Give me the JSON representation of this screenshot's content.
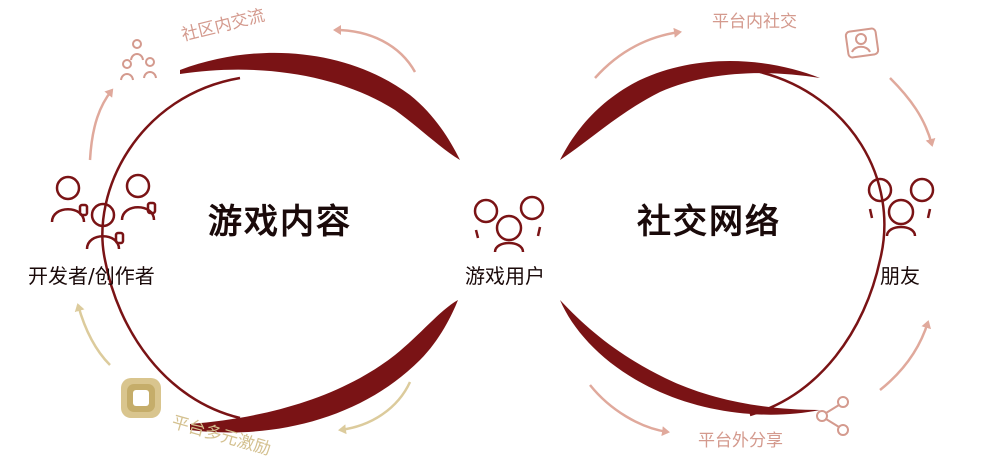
{
  "center_titles": {
    "left": "游戏内容",
    "right": "社交网络"
  },
  "nodes": {
    "creators": "开发者/创作者",
    "players": "游戏用户",
    "friends": "朋友"
  },
  "flows": {
    "top_left": "社区内交流",
    "top_right": "平台内社交",
    "bottom_left": "平台多元激励",
    "bottom_right": "平台外分享"
  },
  "colors": {
    "loop": "#7a1315",
    "accent_pink": "#d49a8e",
    "accent_gold": "#d4c190",
    "text": "#1a0a0a"
  },
  "icons": {
    "community": "community-people-icon",
    "social": "contact-card-icon",
    "incentive": "coin-icon",
    "share": "share-icon",
    "creators": "creators-group-icon",
    "players": "players-group-icon",
    "friends": "friends-group-icon"
  }
}
